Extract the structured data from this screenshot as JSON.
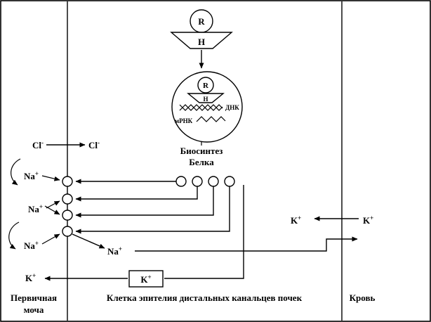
{
  "colors": {
    "line": "#000000",
    "background": "#ffffff"
  },
  "receptor": {
    "r_label": "R",
    "h_label": "H"
  },
  "nucleus": {
    "r_label": "R",
    "h_label": "H",
    "dna_label": "ДНК",
    "mrna_label": "мРНК"
  },
  "biosynthesis": {
    "line1": "Биосинтез",
    "line2": "Белка"
  },
  "ions": {
    "cl_out": {
      "base": "Cl",
      "sup": "-"
    },
    "cl_in": {
      "base": "Cl",
      "sup": "-"
    },
    "na_left_1": {
      "base": "Na",
      "sup": "+"
    },
    "na_left_2": {
      "base": "Na",
      "sup": "+"
    },
    "na_left_3": {
      "base": "Na",
      "sup": "+"
    },
    "na_cell": {
      "base": "Na",
      "sup": "+"
    },
    "k_cell": {
      "base": "K",
      "sup": "+"
    },
    "k_blood": {
      "base": "K",
      "sup": "+"
    },
    "k_box": {
      "base": "K",
      "sup": "+"
    },
    "k_urine": {
      "base": "K",
      "sup": "+"
    }
  },
  "captions": {
    "primary_urine_line1": "Первичная",
    "primary_urine_line2": "моча",
    "cell": "Клетка эпителия дистальных канальцев почек",
    "blood": "Кровь"
  }
}
